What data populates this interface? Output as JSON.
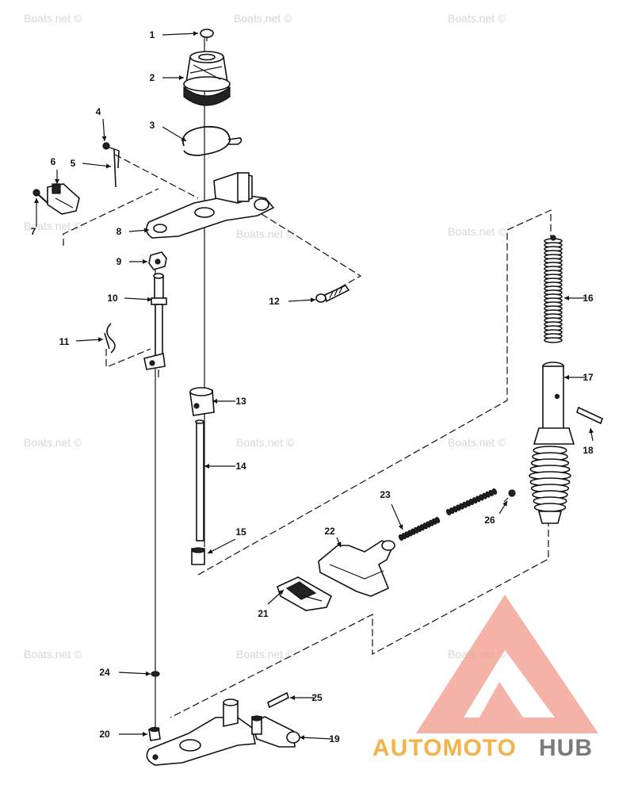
{
  "diagram": {
    "callouts": [
      "1",
      "2",
      "3",
      "4",
      "5",
      "6",
      "7",
      "8",
      "9",
      "10",
      "11",
      "12",
      "13",
      "14",
      "15",
      "16",
      "17",
      "18",
      "19",
      "20",
      "21",
      "22",
      "23",
      "24",
      "25",
      "26",
      "26"
    ],
    "watermark": "Boats.net ©"
  },
  "logo": {
    "brand_left": "AUTOMOTO",
    "brand_right": "HUB",
    "colors": {
      "triangle": "#f29a8a",
      "left": "#f5b24a",
      "right": "#7a7a7a"
    }
  }
}
